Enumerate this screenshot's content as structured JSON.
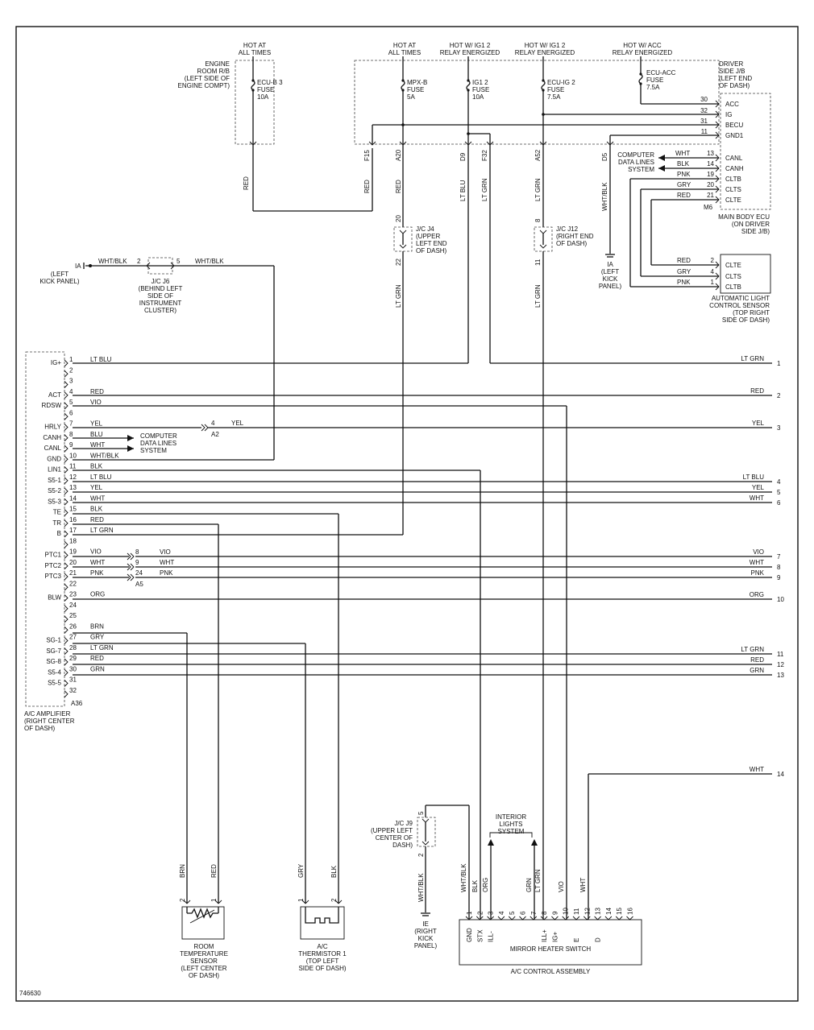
{
  "figure_id": "746630",
  "power": {
    "hot_always_1": "HOT AT\nALL TIMES",
    "hot_always_2": "HOT AT\nALL TIMES",
    "hot_ig1": "HOT W/ IG1 2\nRELAY ENERGIZED",
    "hot_ig2": "HOT W/ IG1 2\nRELAY ENERGIZED",
    "hot_acc": "HOT W/ ACC\nRELAY ENERGIZED"
  },
  "engine_rb": {
    "label": "ENGINE\nROOM R/B\n(LEFT SIDE OF\nENGINE COMPT)",
    "fuse": "ECU-B 3\nFUSE\n10A",
    "wire": "RED"
  },
  "driver_jb": {
    "label": "DRIVER\nSIDE J/B\n(LEFT END\nOF DASH)",
    "fuses": {
      "mpxb": "MPX-B\nFUSE\n5A",
      "ig12": "IG1 2\nFUSE\n10A",
      "ecuig2": "ECU-IG 2\nFUSE\n7.5A",
      "ecuacc": "ECU-ACC\nFUSE\n7.5A"
    },
    "pins": [
      {
        "pin": "F15",
        "wire": "RED"
      },
      {
        "pin": "A20",
        "wire": "RED"
      },
      {
        "pin": "D9",
        "wire": "LT BLU"
      },
      {
        "pin": "F32",
        "wire": "LT GRN"
      },
      {
        "pin": "A52",
        "wire": "LT GRN"
      },
      {
        "pin": "D5",
        "wire": "WHT/BLK"
      }
    ],
    "ecu_pins": [
      {
        "num": "30",
        "name": "ACC"
      },
      {
        "num": "32",
        "name": "IG"
      },
      {
        "num": "31",
        "name": "BECU"
      },
      {
        "num": "11",
        "name": "GND1"
      }
    ]
  },
  "main_body_ecu": {
    "label": "MAIN BODY ECU\n(ON DRIVER\nSIDE J/B)",
    "connector": "M6",
    "cds": "COMPUTER\nDATA LINES\nSYSTEM",
    "pins": [
      {
        "wire": "WHT",
        "num": "13",
        "name": "CANL"
      },
      {
        "wire": "BLK",
        "num": "14",
        "name": "CANH"
      },
      {
        "wire": "PNK",
        "num": "19",
        "name": "CLTB"
      },
      {
        "wire": "GRY",
        "num": "20",
        "name": "CLTS"
      },
      {
        "wire": "RED",
        "num": "21",
        "name": "CLTE"
      }
    ]
  },
  "light_sensor": {
    "label": "AUTOMATIC LIGHT\nCONTROL SENSOR\n(TOP RIGHT\nSIDE OF DASH)",
    "pins": [
      {
        "wire": "RED",
        "num": "2",
        "name": "CLTE"
      },
      {
        "wire": "GRY",
        "num": "4",
        "name": "CLTS"
      },
      {
        "wire": "PNK",
        "num": "1",
        "name": "CLTB"
      }
    ]
  },
  "ground_ia_right": {
    "label": "IA\n(LEFT\nKICK\nPANEL)"
  },
  "ground_ia_left": {
    "label": "IA",
    "sub": "(LEFT\nKICK PANEL)"
  },
  "jc_j6": {
    "label": "J/C J6\n(BEHIND LEFT\nSIDE OF\nINSTRUMENT\nCLUSTER)",
    "pin_in": "2",
    "pin_out": "5",
    "wire": "WHT/BLK"
  },
  "jc_j4": {
    "label": "J/C J4\n(UPPER\nLEFT END\nOF DASH)",
    "pin_top": "20",
    "pin_bot": "22",
    "wire": "LT GRN"
  },
  "jc_j12": {
    "label": "J/C J12\n(RIGHT END\nOF DASH)",
    "pin_top": "8",
    "pin_bot": "11",
    "wire": "LT GRN"
  },
  "amplifier": {
    "label": "A/C AMPLIFIER\n(RIGHT CENTER\nOF DASH)",
    "connector": "A36",
    "pins": [
      {
        "num": "1",
        "name": "IG+",
        "wire": "LT BLU"
      },
      {
        "num": "2",
        "name": "",
        "wire": ""
      },
      {
        "num": "3",
        "name": "",
        "wire": ""
      },
      {
        "num": "4",
        "name": "ACT",
        "wire": "RED"
      },
      {
        "num": "5",
        "name": "RDSW",
        "wire": "VIO"
      },
      {
        "num": "6",
        "name": "",
        "wire": ""
      },
      {
        "num": "7",
        "name": "HRLY",
        "wire": "YEL"
      },
      {
        "num": "8",
        "name": "CANH",
        "wire": "BLU"
      },
      {
        "num": "9",
        "name": "CANL",
        "wire": "WHT"
      },
      {
        "num": "10",
        "name": "GND",
        "wire": "WHT/BLK"
      },
      {
        "num": "11",
        "name": "LIN1",
        "wire": "BLK"
      },
      {
        "num": "12",
        "name": "S5-1",
        "wire": "LT BLU"
      },
      {
        "num": "13",
        "name": "S5-2",
        "wire": "YEL"
      },
      {
        "num": "14",
        "name": "S5-3",
        "wire": "WHT"
      },
      {
        "num": "15",
        "name": "TE",
        "wire": "BLK"
      },
      {
        "num": "16",
        "name": "TR",
        "wire": "RED"
      },
      {
        "num": "17",
        "name": "B",
        "wire": "LT GRN"
      },
      {
        "num": "18",
        "name": "",
        "wire": ""
      },
      {
        "num": "19",
        "name": "PTC1",
        "wire": "VIO"
      },
      {
        "num": "20",
        "name": "PTC2",
        "wire": "WHT"
      },
      {
        "num": "21",
        "name": "PTC3",
        "wire": "PNK"
      },
      {
        "num": "22",
        "name": "",
        "wire": ""
      },
      {
        "num": "23",
        "name": "BLW",
        "wire": "ORG"
      },
      {
        "num": "24",
        "name": "",
        "wire": ""
      },
      {
        "num": "25",
        "name": "",
        "wire": ""
      },
      {
        "num": "26",
        "name": "",
        "wire": "BRN"
      },
      {
        "num": "27",
        "name": "SG-1",
        "wire": "GRY"
      },
      {
        "num": "28",
        "name": "SG-7",
        "wire": "LT GRN"
      },
      {
        "num": "29",
        "name": "SG-8",
        "wire": "RED"
      },
      {
        "num": "30",
        "name": "S5-4",
        "wire": "GRN"
      },
      {
        "num": "31",
        "name": "S5-5",
        "wire": ""
      },
      {
        "num": "32",
        "name": "",
        "wire": ""
      }
    ],
    "cds": "COMPUTER\nDATA LINES\nSYSTEM",
    "a2": {
      "conn": "A2",
      "pin": "4",
      "wire": "YEL"
    },
    "a5": {
      "conn": "A5",
      "pins": [
        {
          "num": "8",
          "wire": "VIO"
        },
        {
          "num": "9",
          "wire": "WHT"
        },
        {
          "num": "24",
          "wire": "PNK"
        }
      ]
    }
  },
  "right_outputs": [
    {
      "num": "1",
      "wire": "LT GRN"
    },
    {
      "num": "2",
      "wire": "RED"
    },
    {
      "num": "3",
      "wire": "YEL"
    },
    {
      "num": "4",
      "wire": "LT BLU"
    },
    {
      "num": "5",
      "wire": "YEL"
    },
    {
      "num": "6",
      "wire": "WHT"
    },
    {
      "num": "7",
      "wire": "VIO"
    },
    {
      "num": "8",
      "wire": "WHT"
    },
    {
      "num": "9",
      "wire": "PNK"
    },
    {
      "num": "10",
      "wire": "ORG"
    },
    {
      "num": "11",
      "wire": "LT GRN"
    },
    {
      "num": "12",
      "wire": "RED"
    },
    {
      "num": "13",
      "wire": "GRN"
    },
    {
      "num": "14",
      "wire": "WHT"
    }
  ],
  "room_sensor": {
    "label": "ROOM\nTEMPERATURE\nSENSOR\n(LEFT CENTER\nOF DASH)",
    "wire_left": "BRN",
    "wire_right": "RED",
    "pin_left": "2",
    "pin_right": "1"
  },
  "thermistor": {
    "label": "A/C\nTHERMISTOR 1\n(TOP LEFT\nSIDE OF DASH)",
    "wire_left": "GRY",
    "wire_right": "BLK",
    "pin_left": "1",
    "pin_right": "2"
  },
  "jc_j9": {
    "label": "J/C J9\n(UPPER LEFT\nCENTER OF\nDASH)",
    "pin_top": "5",
    "pin_bot": "2",
    "wire": "WHT/BLK"
  },
  "ground_ie": {
    "label": "IE\n(RIGHT\nKICK\nPANEL)"
  },
  "interior_lights": "INTERIOR\nLIGHTS\nSYSTEM",
  "control_assembly": {
    "label": "A/C CONTROL ASSEMBLY",
    "switch": "MIRROR HEATER SWITCH",
    "pins": [
      "1",
      "2",
      "3",
      "4",
      "5",
      "6",
      "7",
      "8",
      "9",
      "10",
      "11",
      "12",
      "13",
      "14",
      "15",
      "16"
    ],
    "terms": [
      {
        "pin": "1",
        "name": "GND"
      },
      {
        "pin": "2",
        "name": "STX"
      },
      {
        "pin": "3",
        "name": "ILL-"
      },
      {
        "pin": "8",
        "name": "ILL+"
      },
      {
        "pin": "9",
        "name": "IG+"
      },
      {
        "pin": "11",
        "name": "E"
      },
      {
        "pin": "13",
        "name": "D"
      }
    ],
    "wires": [
      {
        "name": "WHT/BLK"
      },
      {
        "name": "BLK"
      },
      {
        "name": "ORG"
      },
      {
        "name": "GRN"
      },
      {
        "name": "LT GRN"
      },
      {
        "name": "VIO"
      },
      {
        "name": "WHT"
      }
    ]
  }
}
